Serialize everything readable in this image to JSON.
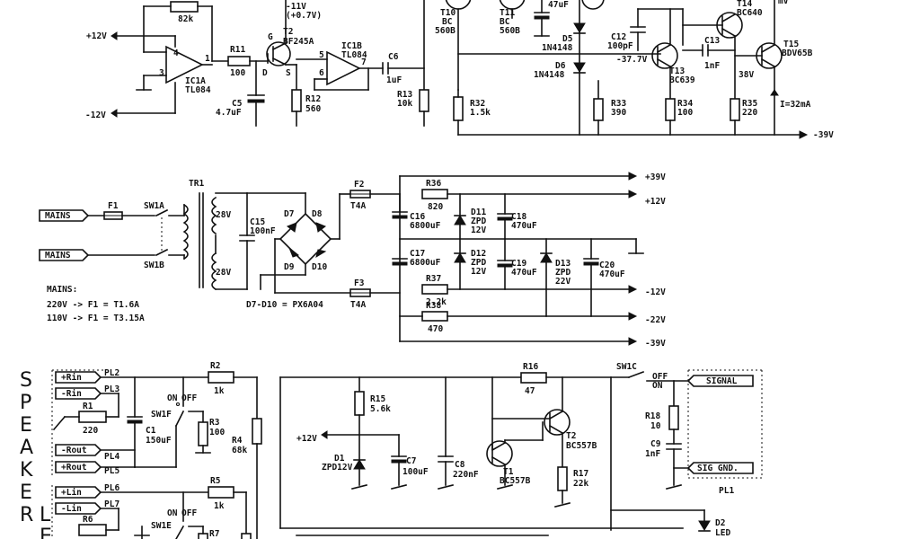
{
  "labels": {
    "r_top_value": "82k",
    "v_plus12_a": "+12V",
    "v_minus12_a": "-12V",
    "pin4": "4",
    "pin3": "3",
    "pin1": "1",
    "ic1a_name": "IC1A",
    "ic1a_part": "TL084",
    "r11_name": "R11",
    "r11_value": "100",
    "g_pin": "G",
    "d_pin": "D",
    "s_pin": "S",
    "t2_name": "T2",
    "t2_part": "BF245A",
    "t2_v1": "-11V",
    "t2_v2": "(+0.7V)",
    "c5_name": "C5",
    "c5_value": "4.7uF",
    "r12_name": "R12",
    "r12_value": "560",
    "ic1b_name": "IC1B",
    "ic1b_part": "TL084",
    "pin5": "5",
    "pin6": "6",
    "pin7": "7",
    "c6_name": "C6",
    "c6_value": "1uF",
    "r13_name": "R13",
    "r13_value": "10k",
    "t10_name": "T10",
    "t10_part1": "BC",
    "t10_part2": "560B",
    "t11_name": "T11",
    "t11_part1": "BC",
    "t11_part2": "560B",
    "c11_value": "47uF",
    "d5_name": "D5",
    "d5_part": "1N4148",
    "d6_name": "D6",
    "d6_part": "1N4148",
    "c12_name": "C12",
    "c12_value": "100pF",
    "v_m37": "-37.7V",
    "t13_name": "T13",
    "t13_part": "BC639",
    "t14_name": "T14",
    "t14_part": "BC640",
    "mv": "mV",
    "c13_name": "C13",
    "c13_value": "1nF",
    "v38": "38V",
    "t15_name": "T15",
    "t15_part": "BDV65B",
    "r32_name": "R32",
    "r32_value": "1.5k",
    "r33_name": "R33",
    "r33_value": "390",
    "r34_name": "R34",
    "r34_value": "100",
    "r35_name": "R35",
    "r35_value": "220",
    "i32": "I=32mA",
    "v_m39_a": "-39V",
    "mains1": "MAINS",
    "mains2": "MAINS",
    "f1": "F1",
    "sw1a": "SW1A",
    "sw1b": "SW1B",
    "tr1": "TR1",
    "v28a": "28V",
    "v28b": "28V",
    "c15_name": "C15",
    "c15_value": "100nF",
    "d7": "D7",
    "d8": "D8",
    "d9": "D9",
    "d10": "D10",
    "f2": "F2",
    "f2_value": "T4A",
    "f3": "F3",
    "f3_value": "T4A",
    "r36_name": "R36",
    "r36_value": "820",
    "c16_name": "C16",
    "c16_value": "6800uF",
    "d11_name": "D11",
    "d11_part": "ZPD",
    "d11_value": "12V",
    "c18_name": "C18",
    "c18_value": "470uF",
    "c17_name": "C17",
    "c17_value": "6800uF",
    "d12_name": "D12",
    "d12_part": "ZPD",
    "d12_value": "12V",
    "c19_name": "C19",
    "c19_value": "470uF",
    "d13_name": "D13",
    "d13_part": "ZPD",
    "d13_value": "22V",
    "c20_name": "C20",
    "c20_value": "470uF",
    "r37_name": "R37",
    "r37_value": "2.2k",
    "r38_name": "R38",
    "r38_value": "470",
    "out_p39": "+39V",
    "out_p12": "+12V",
    "out_m12": "-12V",
    "out_m22": "-22V",
    "out_m39": "-39V",
    "mains_note": "MAINS:",
    "mains_220": "220V -> F1 = T1.6A",
    "mains_110": "110V -> F1 = T3.15A",
    "bridge_note": "D7-D10 = PX6A04",
    "speaker_level": "SPEAKER LEV",
    "rin_p": "+Rin",
    "rin_m": "-Rin",
    "rout_m": "-Rout",
    "rout_p": "+Rout",
    "lin_p": "+Lin",
    "lin_m": "-Lin",
    "pl2": "PL2",
    "pl3": "PL3",
    "pl4": "PL4",
    "pl5": "PL5",
    "pl6": "PL6",
    "pl7": "PL7",
    "r1_name": "R1",
    "r1_value": "220",
    "r6_name": "R6",
    "r2_name": "R2",
    "r2_value": "1k",
    "r5_name": "R5",
    "r5_value": "1k",
    "on1": "ON",
    "off1": "OFF",
    "on2": "ON",
    "off2": "OFF",
    "sw1f": "SW1F",
    "sw1e": "SW1E",
    "c1_name": "C1",
    "c1_value": "150uF",
    "r3_name": "R3",
    "r3_value": "100",
    "r7_name": "R7",
    "r4_name": "R4",
    "r4_value": "68k",
    "r15_name": "R15",
    "r15_value": "5.6k",
    "v_p12_b": "+12V",
    "d1_name": "D1",
    "d1_part": "ZPD12V",
    "c7_name": "C7",
    "c7_value": "100uF",
    "c8_name": "C8",
    "c8_value": "220nF",
    "r16_name": "R16",
    "r16_value": "47",
    "t1_name": "T1",
    "t1_part": "BC557B",
    "t2b_name": "T2",
    "t2b_part": "BC557B",
    "r17_name": "R17",
    "r17_value": "22k",
    "sw1c": "SW1C",
    "off3": "OFF",
    "on3": "ON",
    "signal": "SIGNAL",
    "sig_gnd": "SIG GND.",
    "r18_name": "R18",
    "r18_value": "10",
    "c9_name": "C9",
    "c9_value": "1nF",
    "pl1": "PL1",
    "d2_name": "D2",
    "d2_part": "LED"
  }
}
